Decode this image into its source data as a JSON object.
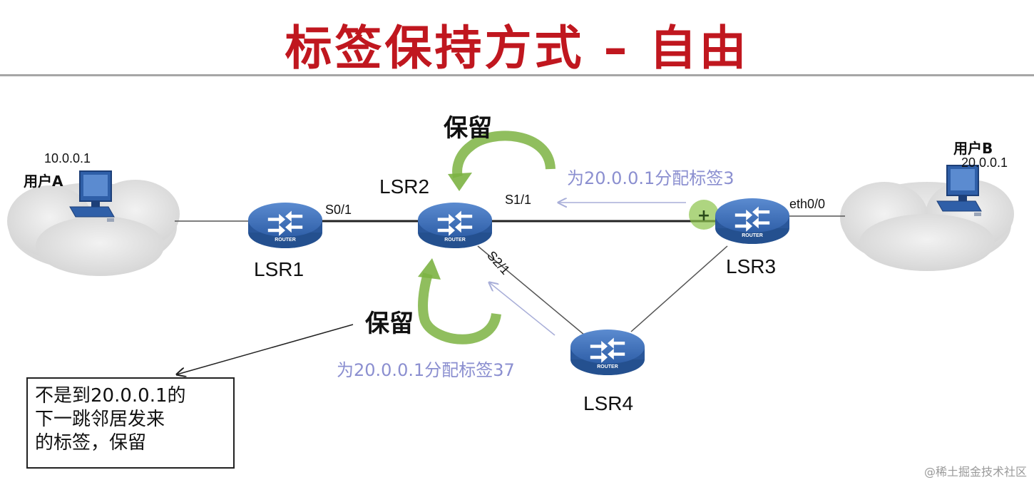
{
  "title": "标签保持方式 – 自由",
  "routers": [
    {
      "id": "lsr1",
      "name": "LSR1",
      "badge": "ROUTER"
    },
    {
      "id": "lsr2",
      "name": "LSR2",
      "badge": "ROUTER"
    },
    {
      "id": "lsr3",
      "name": "LSR3",
      "badge": "ROUTER"
    },
    {
      "id": "lsr4",
      "name": "LSR4",
      "badge": "ROUTER"
    }
  ],
  "interfaces": {
    "lsr1_lsr2": "S0/1",
    "lsr2_lsr3": "S1/1",
    "lsr2_lsr4": "S2/1",
    "lsr3_userB": "eth0/0"
  },
  "hosts": {
    "userA": {
      "label": "用户A",
      "ip": "10.0.0.1"
    },
    "userB": {
      "label": "用户B",
      "ip": "20.0.0.1"
    }
  },
  "retain_top": "保留",
  "retain_bottom": "保留",
  "assign_from_lsr3": "为20.0.0.1分配标签3",
  "assign_from_lsr4": "为20.0.0.1分配标签37",
  "plus_marker": "+",
  "note_lines": [
    "不是到20.0.0.1的",
    "下一跳邻居发来",
    "的标签，保留"
  ],
  "watermark": "@稀土掘金技术社区",
  "colors": {
    "title": "#c0171f",
    "router": "#2f5fa8",
    "assign_text": "#8b8fd0",
    "retain_arrow": "#8bc34a"
  }
}
